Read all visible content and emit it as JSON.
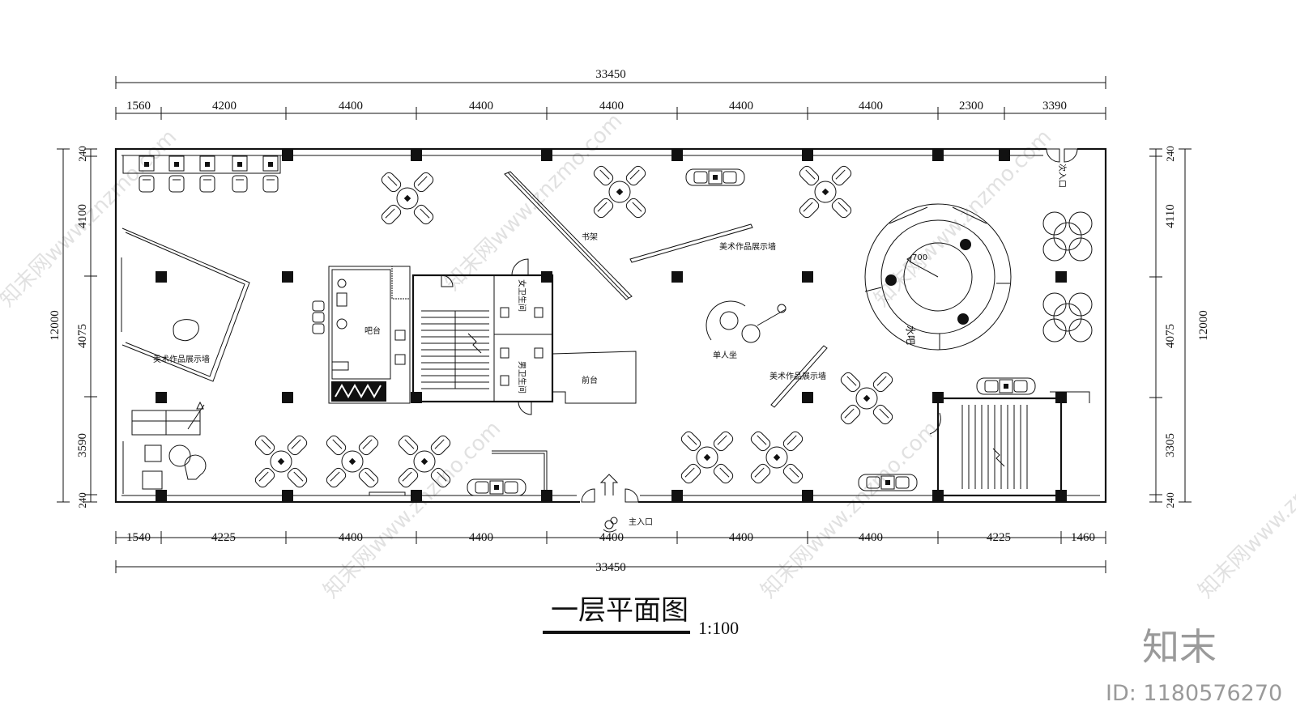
{
  "drawing": {
    "title": "一层平面图",
    "scale": "1:100"
  },
  "dimensions": {
    "total_top": "33450",
    "total_bottom": "33450",
    "top_segments": [
      "1560",
      "4200",
      "4400",
      "4400",
      "4400",
      "4400",
      "4400",
      "2300",
      "3390"
    ],
    "bottom_segments": [
      "1540",
      "4225",
      "4400",
      "4400",
      "4400",
      "4400",
      "4400",
      "4225",
      "1460"
    ],
    "left_total": "12000",
    "left_segments": [
      "240",
      "4100",
      "4075",
      "3590",
      "240"
    ],
    "right_total": "12000",
    "right_segments": [
      "240",
      "4110",
      "4075",
      "3305",
      "240"
    ]
  },
  "rooms": {
    "art_wall_left": "美术作品展示墙",
    "bar": "吧台",
    "bookshelf": "书架",
    "art_wall_top": "美术作品展示墙",
    "art_wall_mid": "美术作品展示墙",
    "single_seat": "单人坐",
    "water_bar": "水吧",
    "reception": "前台",
    "female_wc": "女卫生间",
    "male_wc": "男卫生间",
    "main_entrance": "主入口",
    "secondary_entrance": "次入口",
    "radius": "700"
  },
  "branding": {
    "logo": "知末",
    "image_id": "ID: 1180576270",
    "watermark": "知末网www.znzmo.com"
  }
}
